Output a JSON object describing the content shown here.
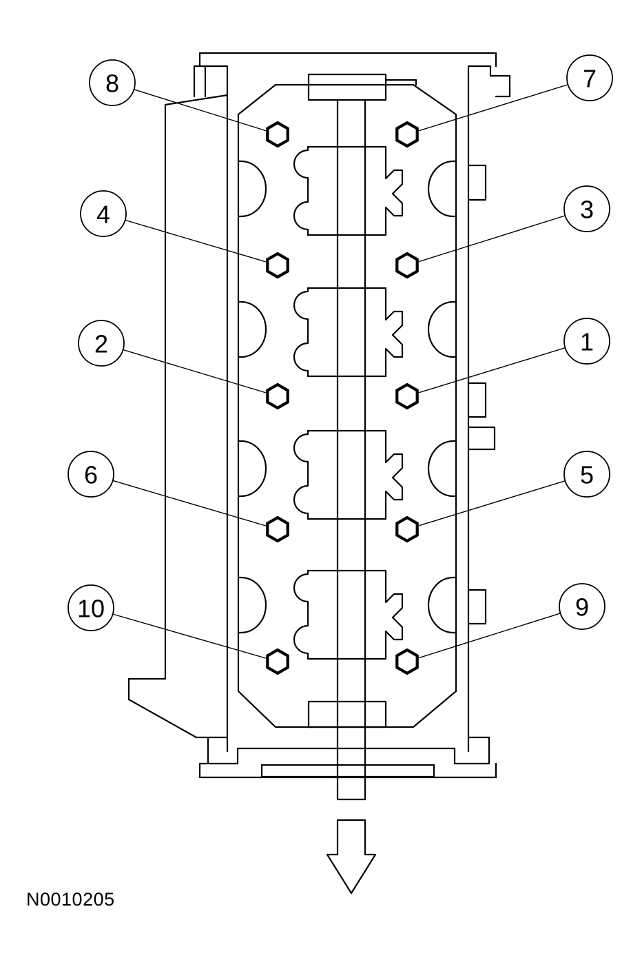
{
  "figure_id": "N0010205",
  "callouts": [
    {
      "label": "8",
      "side": "left",
      "row": 0
    },
    {
      "label": "7",
      "side": "right",
      "row": 0
    },
    {
      "label": "4",
      "side": "left",
      "row": 1
    },
    {
      "label": "3",
      "side": "right",
      "row": 1
    },
    {
      "label": "2",
      "side": "left",
      "row": 2
    },
    {
      "label": "1",
      "side": "right",
      "row": 2
    },
    {
      "label": "6",
      "side": "left",
      "row": 3
    },
    {
      "label": "5",
      "side": "right",
      "row": 3
    },
    {
      "label": "10",
      "side": "left",
      "row": 4
    },
    {
      "label": "9",
      "side": "right",
      "row": 4
    }
  ],
  "direction_arrow": "down-arrow-icon"
}
